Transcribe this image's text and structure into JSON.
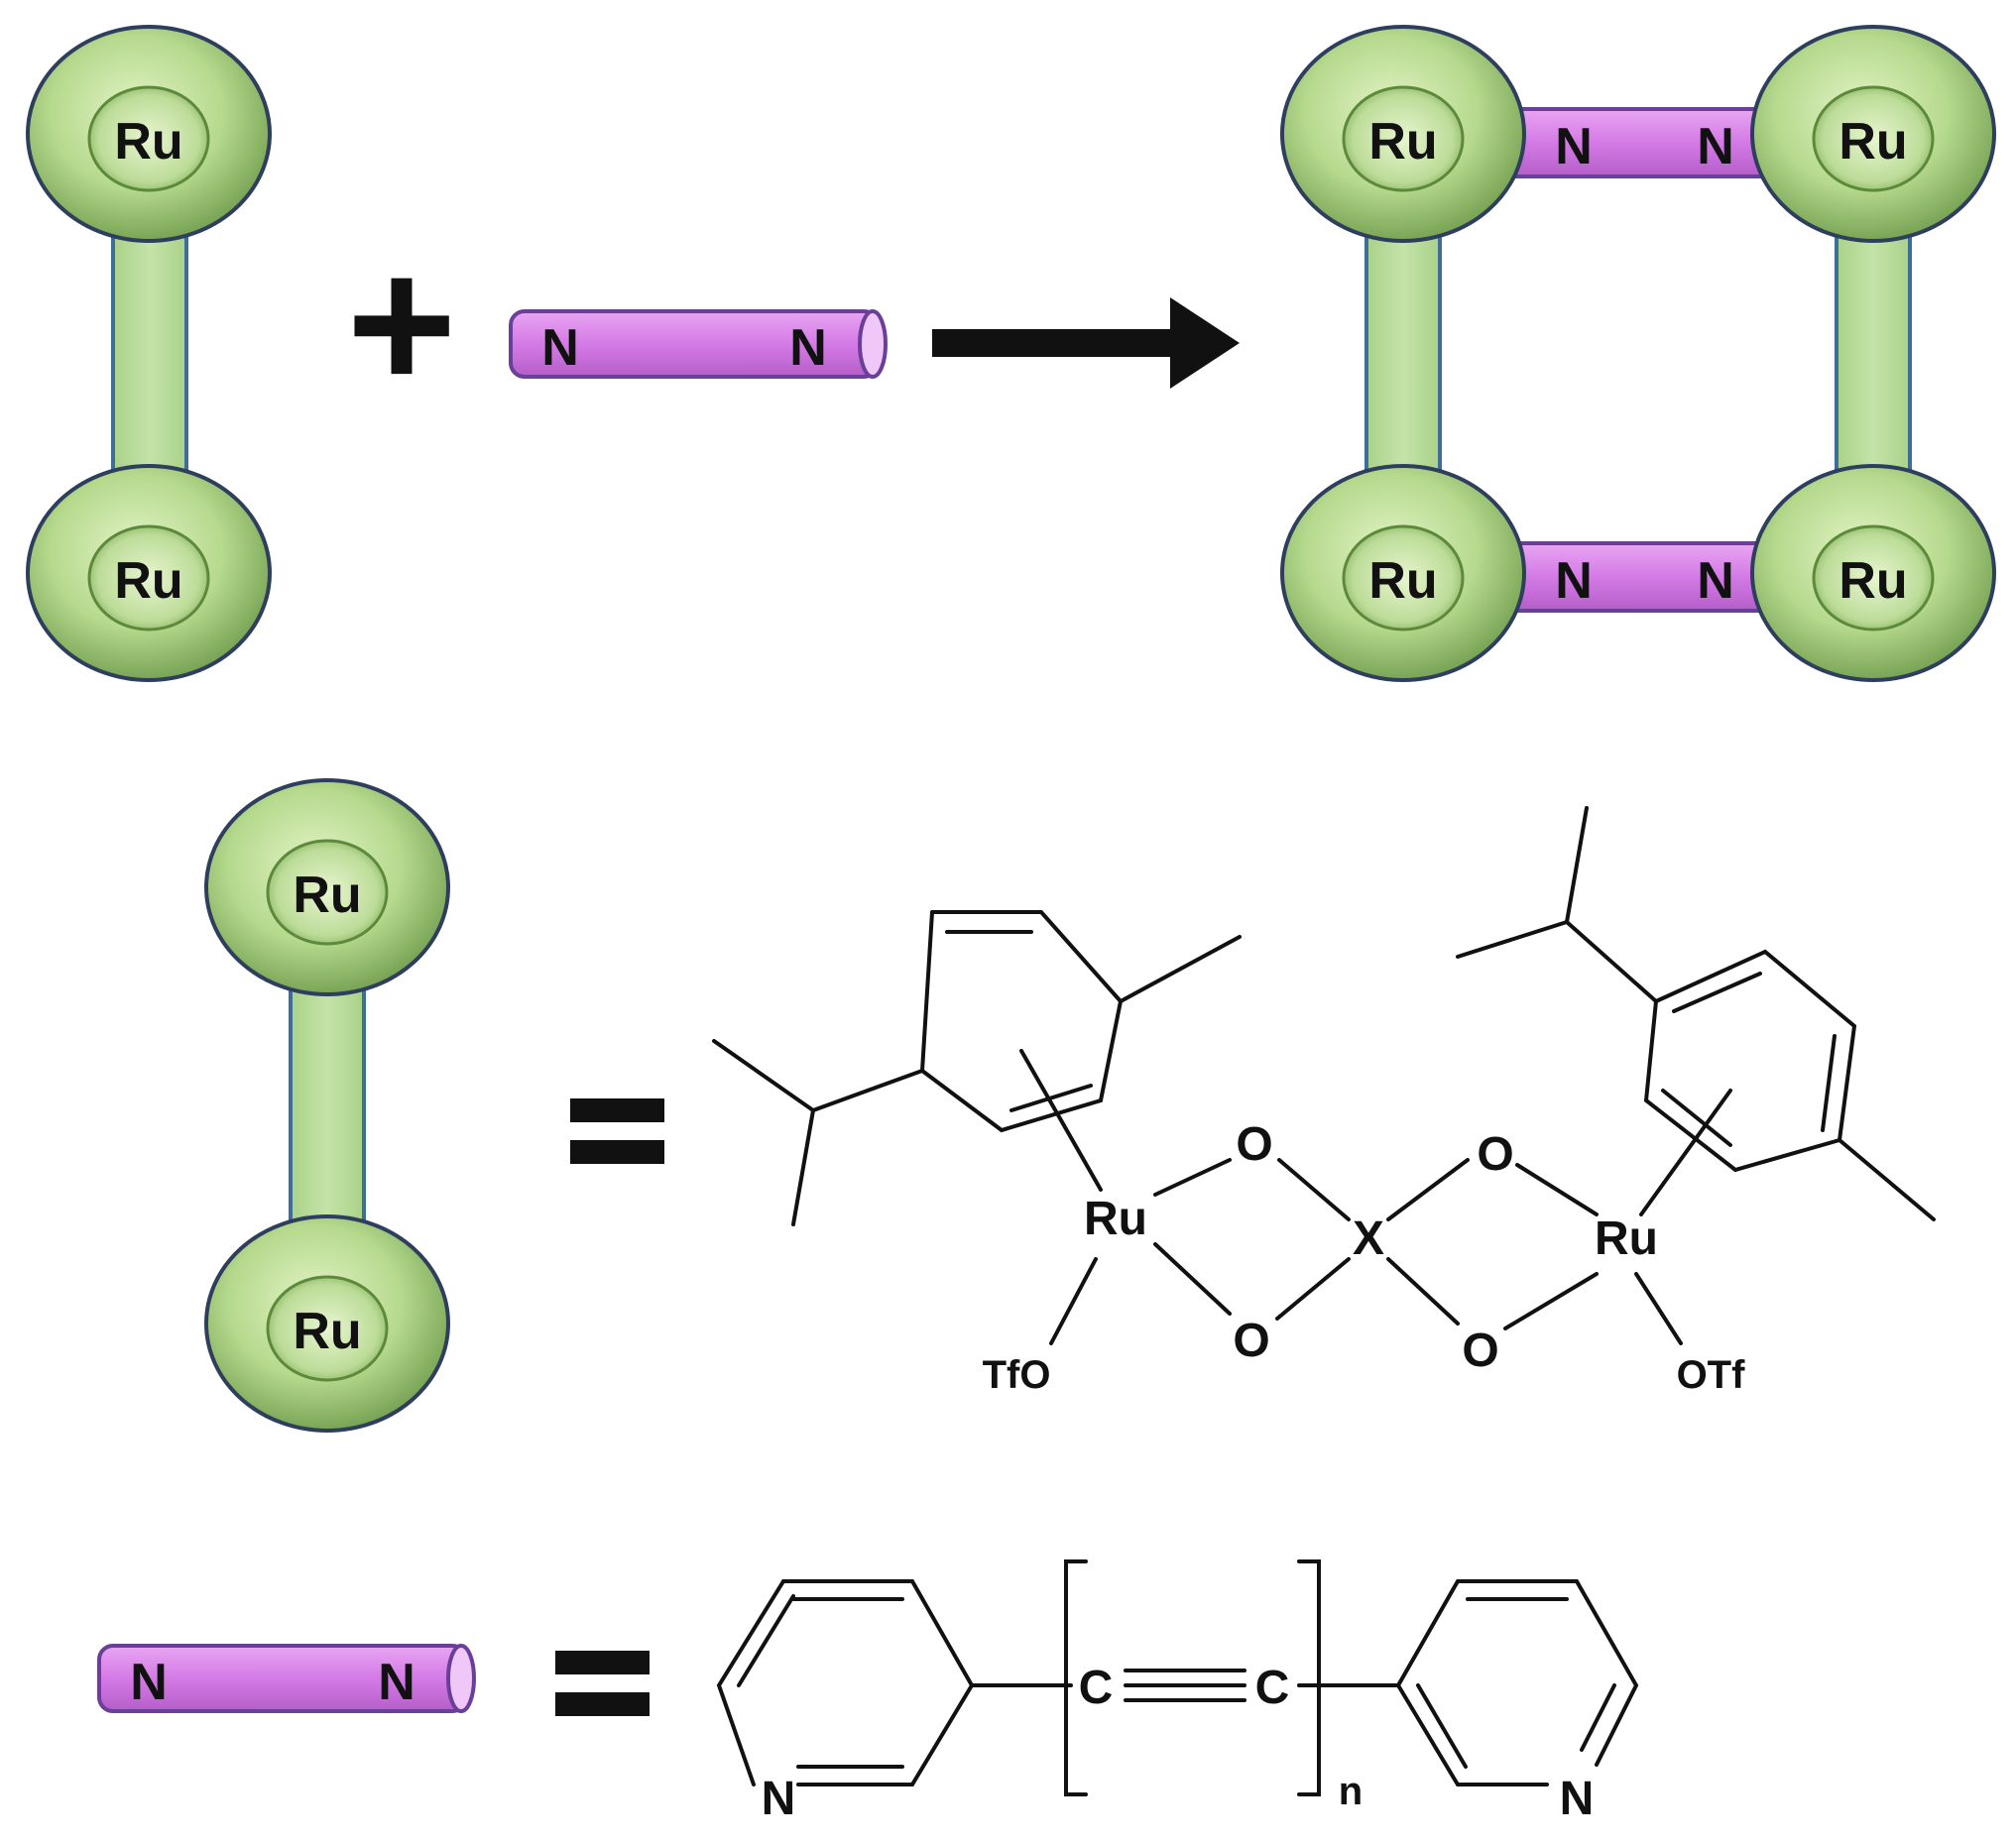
{
  "labels": {
    "metal": "Ru",
    "nitrogen": "N",
    "oxygen": "O",
    "bridge_atom": "X",
    "triflate_left": "TfO",
    "triflate_right": "OTf",
    "carbon": "C",
    "repeat_index": "n",
    "plus_sign": "+",
    "equals_sign": "="
  },
  "colors": {
    "metal_fill": "#b5d98d",
    "metal_dark": "#6e9a4a",
    "metal_outline": "#2e3f5e",
    "bar_fill": "#b9dc9a",
    "bar_outline": "#3f6d9a",
    "linker_fill": "#d47ae6",
    "linker_outline": "#6a3f9a",
    "ink": "#111111"
  },
  "icons": {
    "reaction_arrow": "arrow-right-icon",
    "dinuclear_clip": "ru-ru-clip-icon",
    "bipyridyl_linker": "cylinder-linker-icon",
    "metallacycle": "square-metallacycle-icon"
  }
}
